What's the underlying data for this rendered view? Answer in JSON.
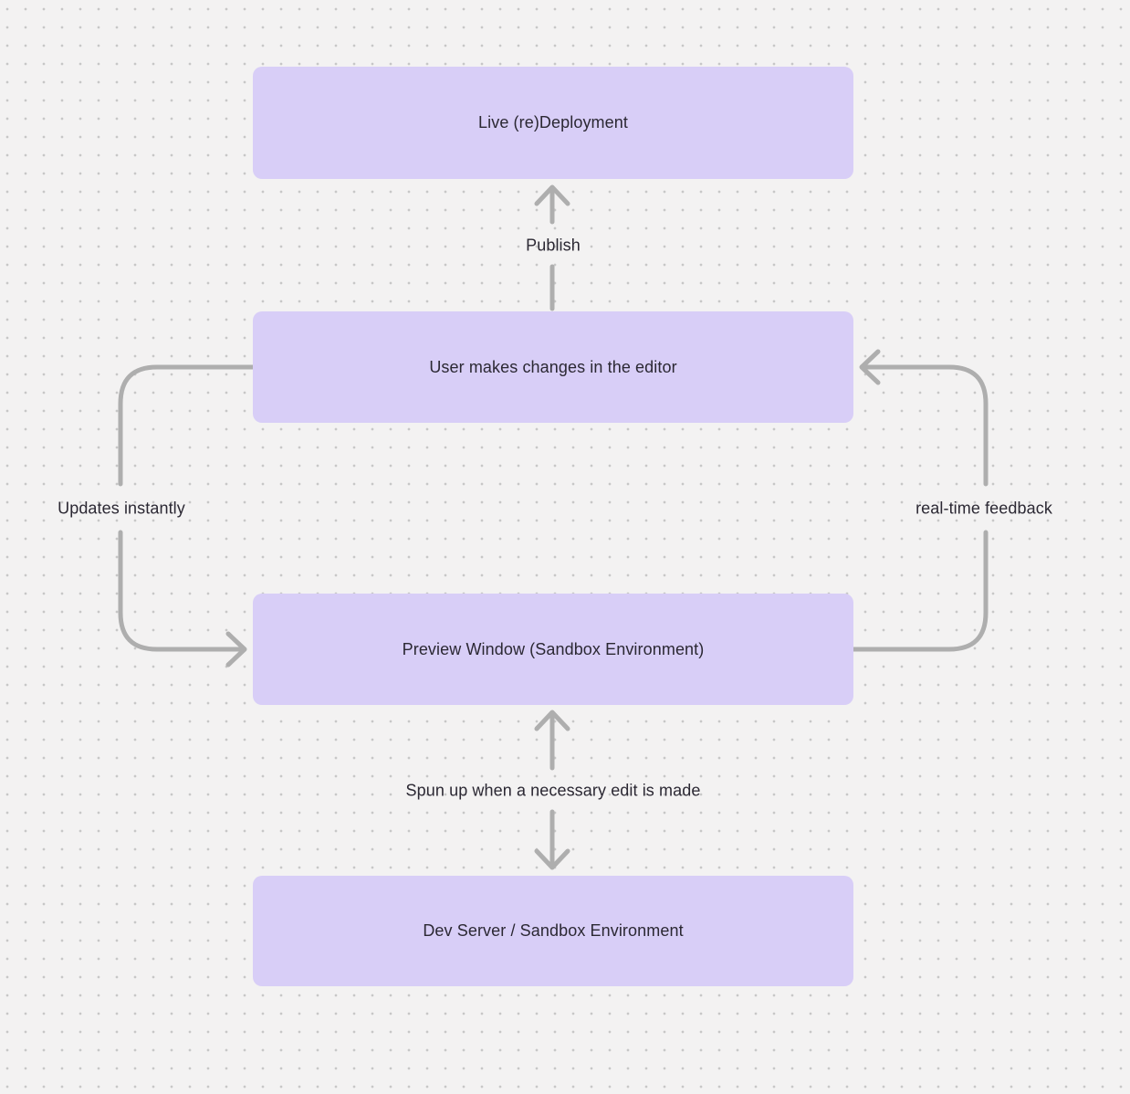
{
  "diagram": {
    "nodes": [
      {
        "id": "live-redeployment",
        "label": "Live (re)Deployment"
      },
      {
        "id": "user-changes",
        "label": "User makes changes in the editor"
      },
      {
        "id": "preview-window",
        "label": "Preview Window (Sandbox Environment)"
      },
      {
        "id": "dev-server",
        "label": "Dev Server / Sandbox Environment"
      }
    ],
    "edges": [
      {
        "id": "publish",
        "from": "user-changes",
        "to": "live-redeployment",
        "label": "Publish",
        "direction": "up"
      },
      {
        "id": "updates-instantly",
        "from": "user-changes",
        "to": "preview-window",
        "label": "Updates instantly",
        "direction": "left-loop-down"
      },
      {
        "id": "realtime-feedback",
        "from": "preview-window",
        "to": "user-changes",
        "label": "real-time feedback",
        "direction": "right-loop-up"
      },
      {
        "id": "spun-up",
        "from": "preview-window",
        "to": "dev-server",
        "label": "Spun up when a necessary edit is made",
        "direction": "bidirectional"
      }
    ],
    "colors": {
      "background": "#f3f2f2",
      "dot_grid": "#c7c7c7",
      "node_fill": "#d8cef7",
      "arrow": "#aeaeae",
      "text": "#2b2833"
    }
  }
}
